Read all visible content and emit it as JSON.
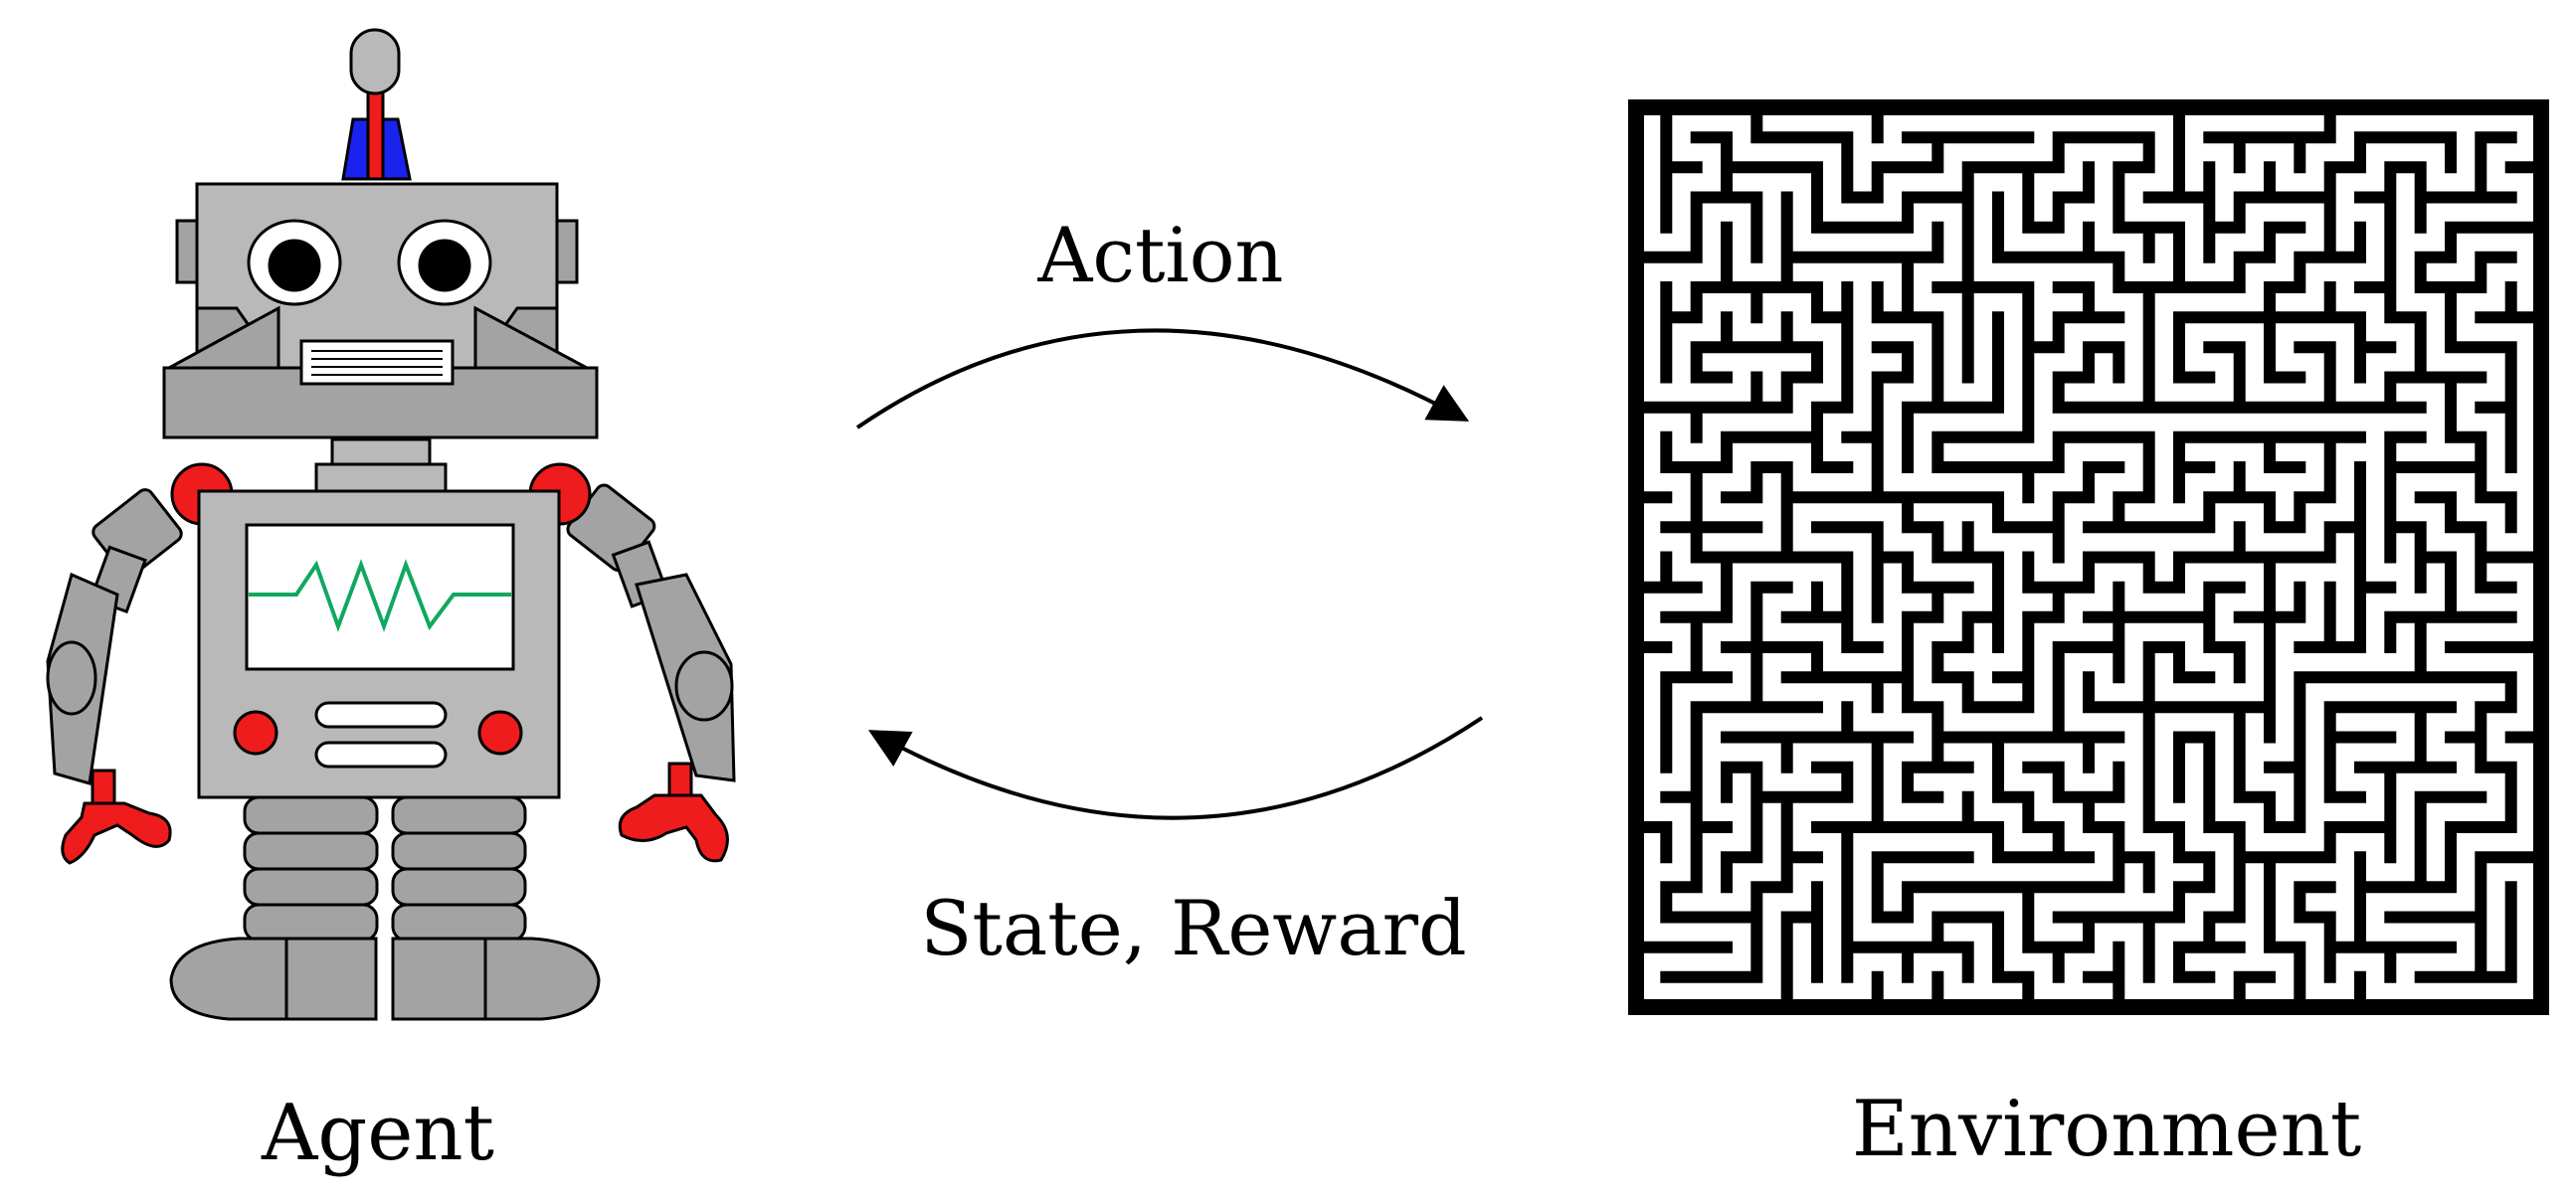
{
  "labels": {
    "agent": "Agent",
    "environment": "Environment",
    "action": "Action",
    "state_reward": "State, Reward"
  },
  "colors": {
    "robot_gray": "#b9b9b9",
    "robot_dark_gray": "#a3a3a3",
    "robot_red": "#ee1c1c",
    "antenna_blue": "#1a22ee",
    "screen_wave": "#10a860",
    "maze_wall": "#000000",
    "arrow": "#000000"
  },
  "icons": {
    "agent": "robot-icon",
    "environment": "maze-icon"
  }
}
